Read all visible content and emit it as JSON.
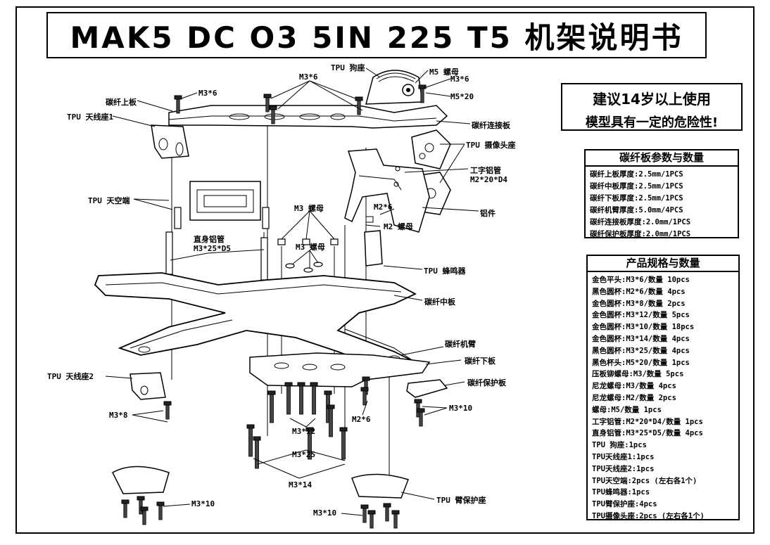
{
  "title": "MAK5 DC O3 5IN 225 T5 机架说明书",
  "warning": {
    "line1": "建议14岁以上使用",
    "line2": "模型具有一定的危险性!"
  },
  "params": {
    "title": "碳纤板参数与数量",
    "items": [
      "碳纤上板厚度:2.5mm/1PCS",
      "碳纤中板厚度:2.5mm/1PCS",
      "碳纤下板厚度:2.5mm/1PCS",
      "碳纤机臂厚度:5.0mm/4PCS",
      "碳纤连接板厚度:2.0mm/1PCS",
      "碳纤保护板厚度:2.0mm/1PCS"
    ]
  },
  "specs": {
    "title": "产品规格与数量",
    "items": [
      "金色平头:M3*6/数量 10pcs",
      "黑色圆杯:M2*6/数量 4pcs",
      "金色圆杯:M3*8/数量 2pcs",
      "金色圆杯:M3*12/数量 5pcs",
      "金色圆杯:M3*10/数量 18pcs",
      "金色圆杯:M3*14/数量 4pcs",
      "黑色圆杯:M3*25/数量 4pcs",
      "黑色杯头:M5*20/数量 1pcs",
      "压板铆螺母:M3/数量 5pcs",
      "尼龙螺母:M3/数量 4pcs",
      "尼龙螺母:M2/数量 2pcs",
      "螺母:M5/数量 1pcs",
      "工字铝管:M2*20*D4/数量 1pcs",
      "直身铝管:M3*25*D5/数量 4pcs",
      "TPU 狗座:1pcs",
      "TPU天线座1:1pcs",
      "TPU天线座2:1pcs",
      "TPU天空端:2pcs (左右各1个)",
      "TPU蜂鸣器:1pcs",
      "TPU臂保护座:4pcs",
      "TPU摄像头座:2pcs (左右各1个)"
    ]
  },
  "callouts": {
    "tpu_dog_mount": "TPU 狗座",
    "m5_nut": "M5 螺母",
    "m3x6_top": "M3*6",
    "m3x6_left": "M3*6",
    "m3x6_right": "M3*6",
    "m5x20": "M5*20",
    "top_plate": "碳纤上板",
    "antenna_mount_1": "TPU 天线座1",
    "connector_plate": "碳纤连接板",
    "camera_mount": "TPU 摄像头座",
    "i_standoff": "工字铝管",
    "i_standoff_size": "M2*20*D4",
    "air_unit_mount": "TPU 天空端",
    "m3_nut_a": "M3 螺母",
    "m2x6_upper": "M2*6",
    "m2_nut": "M2 螺母",
    "aluminum_part": "铝件",
    "straight_standoff": "直身铝管",
    "straight_standoff_size": "M3*25*D5",
    "m3_nut_b": "M3 螺母",
    "buzzer": "TPU 蜂鸣器",
    "middle_plate": "碳纤中板",
    "arm": "碳纤机臂",
    "bottom_plate": "碳纤下板",
    "protection_plate": "碳纤保护板",
    "antenna_mount_2": "TPU 天线座2",
    "m3x8": "M3*8",
    "m3x10_right": "M3*10",
    "m2x6_lower": "M2*6",
    "m3x12": "M3*12",
    "m3x25": "M3*25",
    "m3x14": "M3*14",
    "m3x10_left": "M3*10",
    "m3x10_bottom": "M3*10",
    "arm_protector": "TPU 臂保护座"
  }
}
